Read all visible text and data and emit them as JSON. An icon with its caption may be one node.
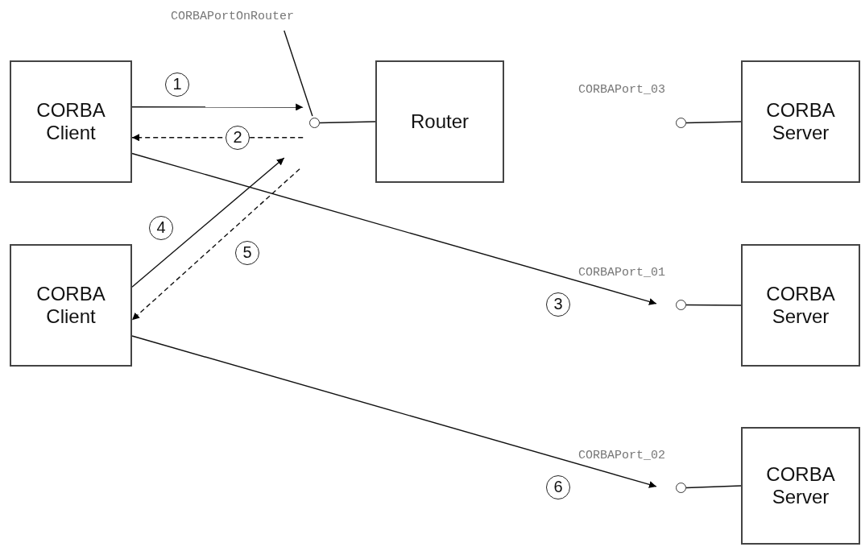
{
  "diagram": {
    "nodes": [
      {
        "text": [
          "CORBAPortOnRouter"
        ]
      },
      {
        "text": [
          "CORBA Client"
        ]
      },
      {
        "text": [],
        "shape": "circle"
      },
      {
        "text": [
          "Router"
        ]
      },
      {
        "text": [],
        "shape": "circle",
        "beside": [
          "CORBAPort_03"
        ]
      },
      {
        "text": [
          "CORBA Server"
        ]
      },
      {
        "text": [
          "CORBA Client"
        ]
      },
      {
        "text": [],
        "shape": "circle",
        "beside": [
          "CORBAPort_01"
        ]
      },
      {
        "text": [
          "CORBA Server"
        ]
      },
      {
        "text": [],
        "shape": "circle",
        "beside": [
          "CORBAPort_02"
        ]
      },
      {
        "text": [
          "CORBA Server"
        ]
      }
    ],
    "edges": [
      {
        "from": 1,
        "to": 2,
        "arrow": "to",
        "label": "1"
      },
      {
        "from": 2,
        "to": 1,
        "arrow": "to",
        "label": "2",
        "style": "dashed"
      },
      {
        "from": 1,
        "to": 7,
        "arrow": "to",
        "label": "3"
      },
      {
        "from": 6,
        "to": 2,
        "arrow": "to",
        "label": "4"
      },
      {
        "from": 2,
        "to": 6,
        "arrow": "to",
        "label": "5",
        "style": "dashed"
      },
      {
        "from": 6,
        "to": 9,
        "arrow": "to",
        "label": "6"
      },
      {
        "from": 0,
        "to": 2,
        "arrow": "none"
      },
      {
        "from": 2,
        "to": 3,
        "arrow": "none"
      },
      {
        "from": 4,
        "to": 5,
        "arrow": "none"
      },
      {
        "from": 7,
        "to": 8,
        "arrow": "none"
      },
      {
        "from": 9,
        "to": 10,
        "arrow": "none"
      }
    ]
  }
}
